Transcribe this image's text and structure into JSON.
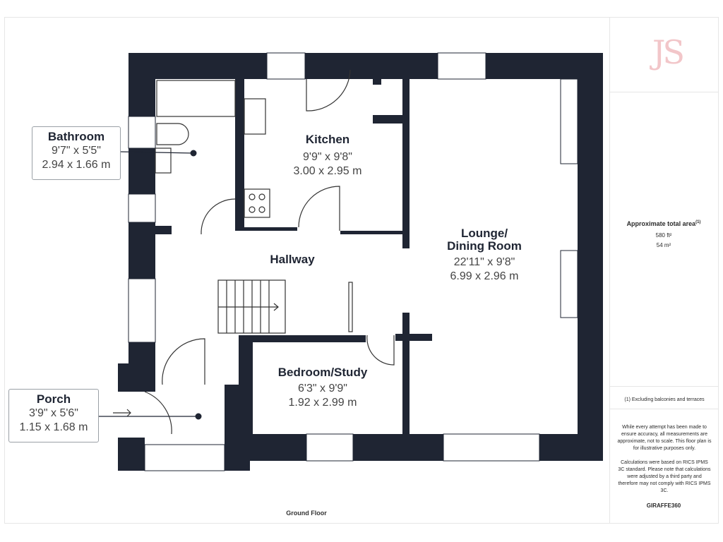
{
  "rooms": {
    "kitchen": {
      "name": "Kitchen",
      "imperial": "9'9\" x 9'8\"",
      "metric": "3.00 x 2.95 m"
    },
    "lounge": {
      "name_line1": "Lounge/",
      "name_line2": "Dining Room",
      "imperial": "22'11\" x 9'8\"",
      "metric": "6.99 x 2.96 m"
    },
    "hallway": {
      "name": "Hallway"
    },
    "bedroom": {
      "name": "Bedroom/Study",
      "imperial": "6'3\" x 9'9\"",
      "metric": "1.92 x 2.99 m"
    },
    "bathroom": {
      "name": "Bathroom",
      "imperial": "9'7\" x 5'5\"",
      "metric": "2.94 x 1.66 m"
    },
    "porch": {
      "name": "Porch",
      "imperial": "3'9\" x 5'6\"",
      "metric": "1.15 x 1.68 m"
    }
  },
  "floor_label": "Ground Floor",
  "sidebar": {
    "logo": "JS",
    "area_title": "Approximate total area",
    "area_superscript": "(1)",
    "area_ft": "580 ft²",
    "area_m": "54 m²",
    "footnote": "(1) Excluding balconies and terraces",
    "disclaimer": "While every attempt has been made to ensure accuracy, all measurements are approximate, not to scale. This floor plan is for illustrative purposes only.",
    "calc_note": "Calculations were based on RICS IPMS 3C standard. Please note that calculations were adjusted by a third party and therefore may not comply with RICS IPMS 3C.",
    "brand": "GIRAFFE360"
  },
  "colors": {
    "wall": "#1f2533",
    "line": "#333333",
    "callout_border": "#9aa0a6",
    "logo": "#f2c6c9"
  }
}
